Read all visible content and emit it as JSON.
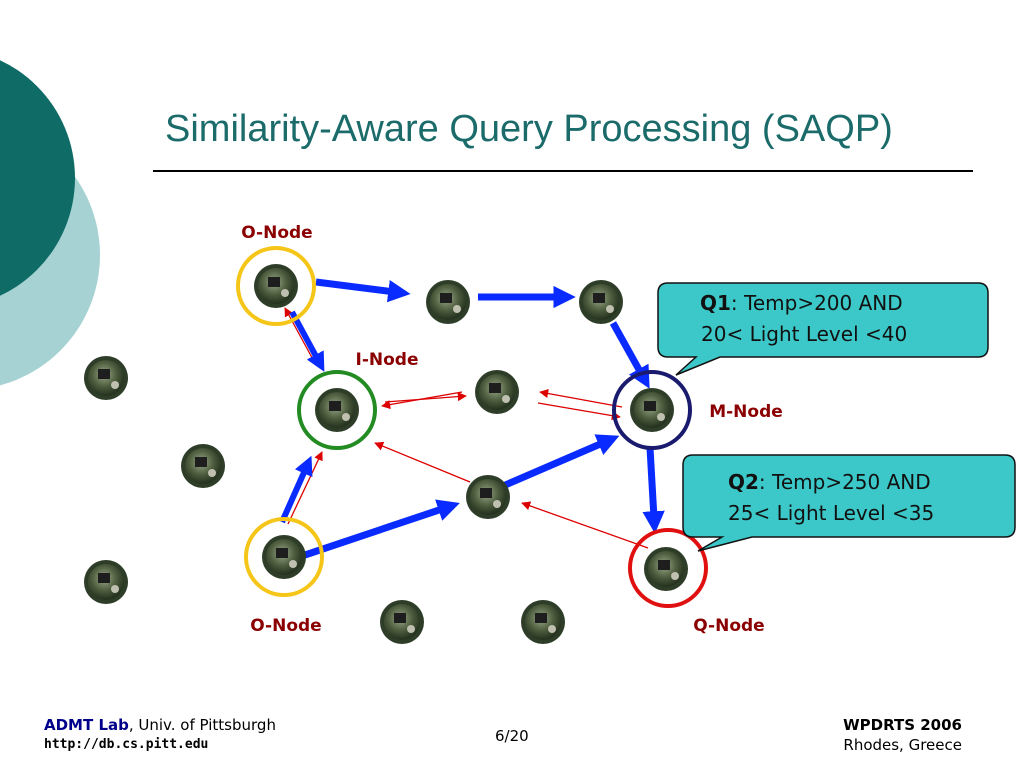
{
  "slide": {
    "title": "Similarity-Aware Query Processing (SAQP)",
    "page": "6/20"
  },
  "labels": {
    "o_node_top": "O-Node",
    "i_node": "I-Node",
    "m_node": "M-Node",
    "o_node_bottom": "O-Node",
    "q_node": "Q-Node"
  },
  "callouts": {
    "q1": {
      "id": "Q1",
      "line1": ": Temp>200 AND",
      "line2": "20< Light Level <40"
    },
    "q2": {
      "id": "Q2",
      "line1": ": Temp>250 AND",
      "line2": "25< Light Level <35"
    }
  },
  "footer": {
    "lab": "ADMT Lab",
    "affiliation": ", Univ. of Pittsburgh",
    "url": "http://db.cs.pitt.edu",
    "conference": "WPDRTS 2006",
    "location": "Rhodes, Greece"
  },
  "colors": {
    "title": "#1b6b6b",
    "deco_dark": "#0f6b66",
    "deco_light": "#a6d2d4",
    "o_node_ring": "#f5c518",
    "i_node_ring": "#228b22",
    "m_node_ring": "#1a1a6e",
    "q_node_ring": "#e01010",
    "thick_arrow": "#0a2bff",
    "thin_arrow": "#dd0000",
    "callout_fill": "#3cc8c8",
    "label_text": "#8b0000"
  }
}
